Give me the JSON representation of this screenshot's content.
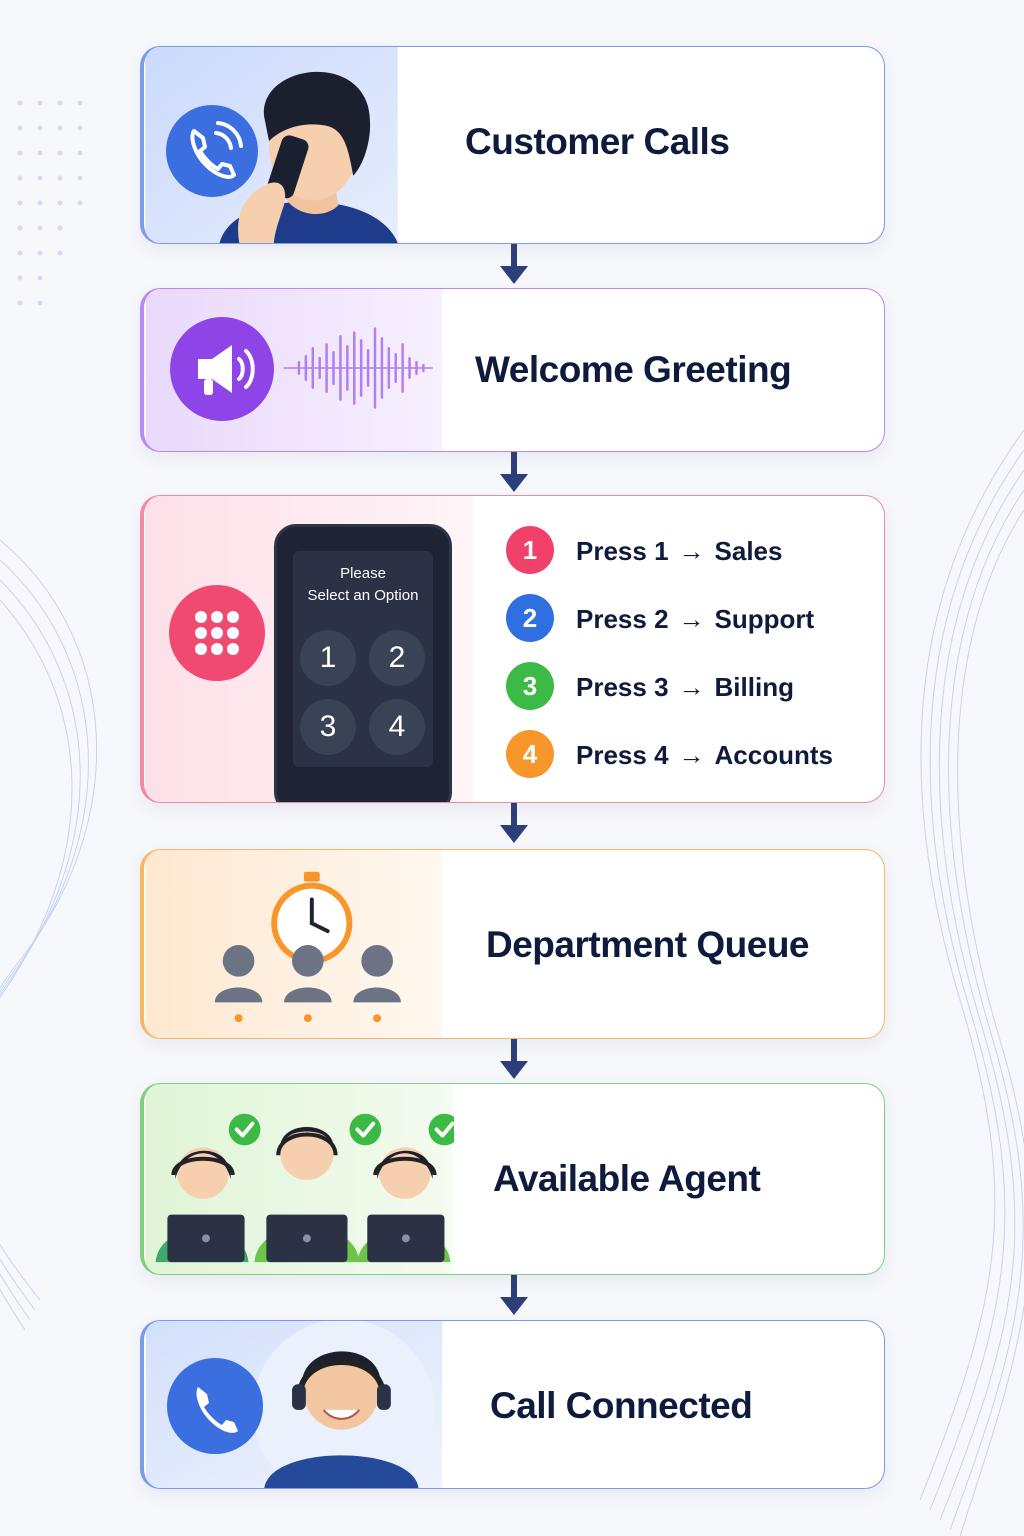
{
  "steps": [
    {
      "id": "customer-calls",
      "label": "Customer Calls",
      "icon": "phone-ringing-icon",
      "color": "#3b6fe0"
    },
    {
      "id": "welcome-greeting",
      "label": "Welcome Greeting",
      "icon": "megaphone-icon",
      "color": "#8e44e6"
    },
    {
      "id": "ivr-menu",
      "icon": "keypad-icon",
      "color": "#f04a73",
      "phone": {
        "prompt_line1": "Please",
        "prompt_line2": "Select an Option",
        "keys": [
          "1",
          "2",
          "3",
          "4"
        ]
      },
      "options": [
        {
          "num": "1",
          "press": "Press 1",
          "arrow": "→",
          "dept": "Sales",
          "color": "#f0416a"
        },
        {
          "num": "2",
          "press": "Press 2",
          "arrow": "→",
          "dept": "Support",
          "color": "#2f6fe0"
        },
        {
          "num": "3",
          "press": "Press 3",
          "arrow": "→",
          "dept": "Billing",
          "color": "#3cba45"
        },
        {
          "num": "4",
          "press": "Press 4",
          "arrow": "→",
          "dept": "Accounts",
          "color": "#f7962b"
        }
      ]
    },
    {
      "id": "department-queue",
      "label": "Department Queue",
      "icon": "stopwatch-icon",
      "color": "#f7a23c"
    },
    {
      "id": "available-agent",
      "label": "Available Agent",
      "icon": "agent-checkmark-icon",
      "color": "#56c45a"
    },
    {
      "id": "call-connected",
      "label": "Call Connected",
      "icon": "phone-icon",
      "color": "#3b6fe0"
    }
  ],
  "arrow_color": "#2c3f7a"
}
